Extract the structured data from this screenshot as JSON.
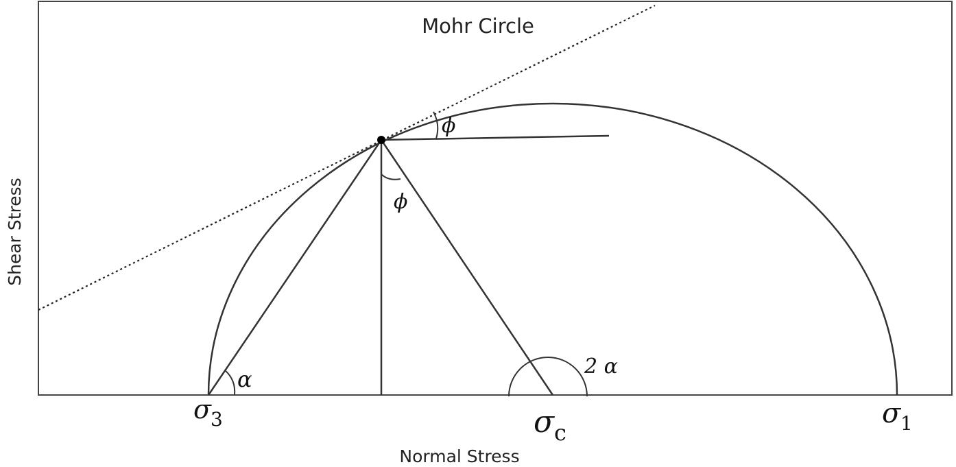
{
  "title": "Mohr Circle",
  "axes": {
    "x_label": "Normal Stress",
    "y_label": "Shear Stress"
  },
  "points": {
    "sigma3": {
      "symbol": "σ",
      "subscript": "3"
    },
    "sigmac": {
      "symbol": "σ",
      "subscript": "c"
    },
    "sigma1": {
      "symbol": "σ",
      "subscript": "1"
    }
  },
  "angles": {
    "alpha": "α",
    "two_alpha": "2 α",
    "phi_top": "ϕ",
    "phi_center": "ϕ"
  }
}
